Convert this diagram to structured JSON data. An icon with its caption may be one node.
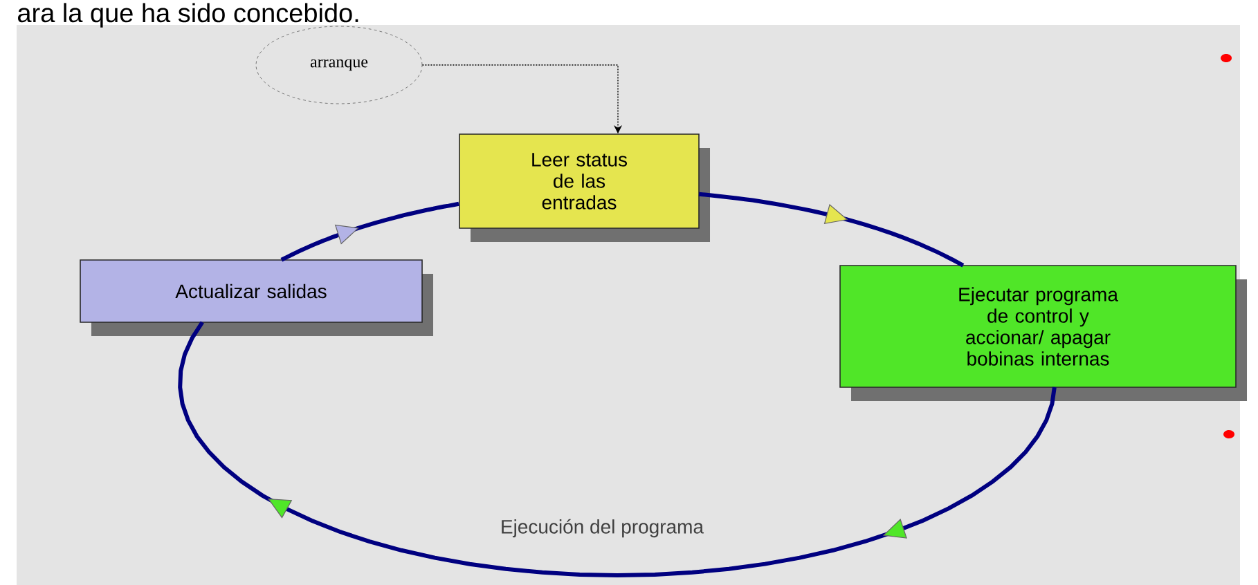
{
  "diagram": {
    "nodes": [
      {
        "text": [
          "arranque"
        ]
      },
      {
        "text": [
          "Leer status de las entradas"
        ]
      },
      {
        "text": [
          "Ejecutar programa de control y accionar/ apagar bobinas internas"
        ]
      },
      {
        "text": [
          "Actualizar salidas"
        ]
      }
    ],
    "edges": [
      {
        "from": 0,
        "to": 1,
        "arrow": "to",
        "style": "dashed",
        "color": "#000000"
      },
      {
        "from": 1,
        "to": 2,
        "arrow": "to"
      },
      {
        "from": 2,
        "to": 3,
        "arrow": "to"
      },
      {
        "from": 3,
        "to": 1,
        "arrow": "to"
      }
    ],
    "labels": [
      "ara la que ha sido concebido.",
      "Ejecución del programa"
    ]
  }
}
